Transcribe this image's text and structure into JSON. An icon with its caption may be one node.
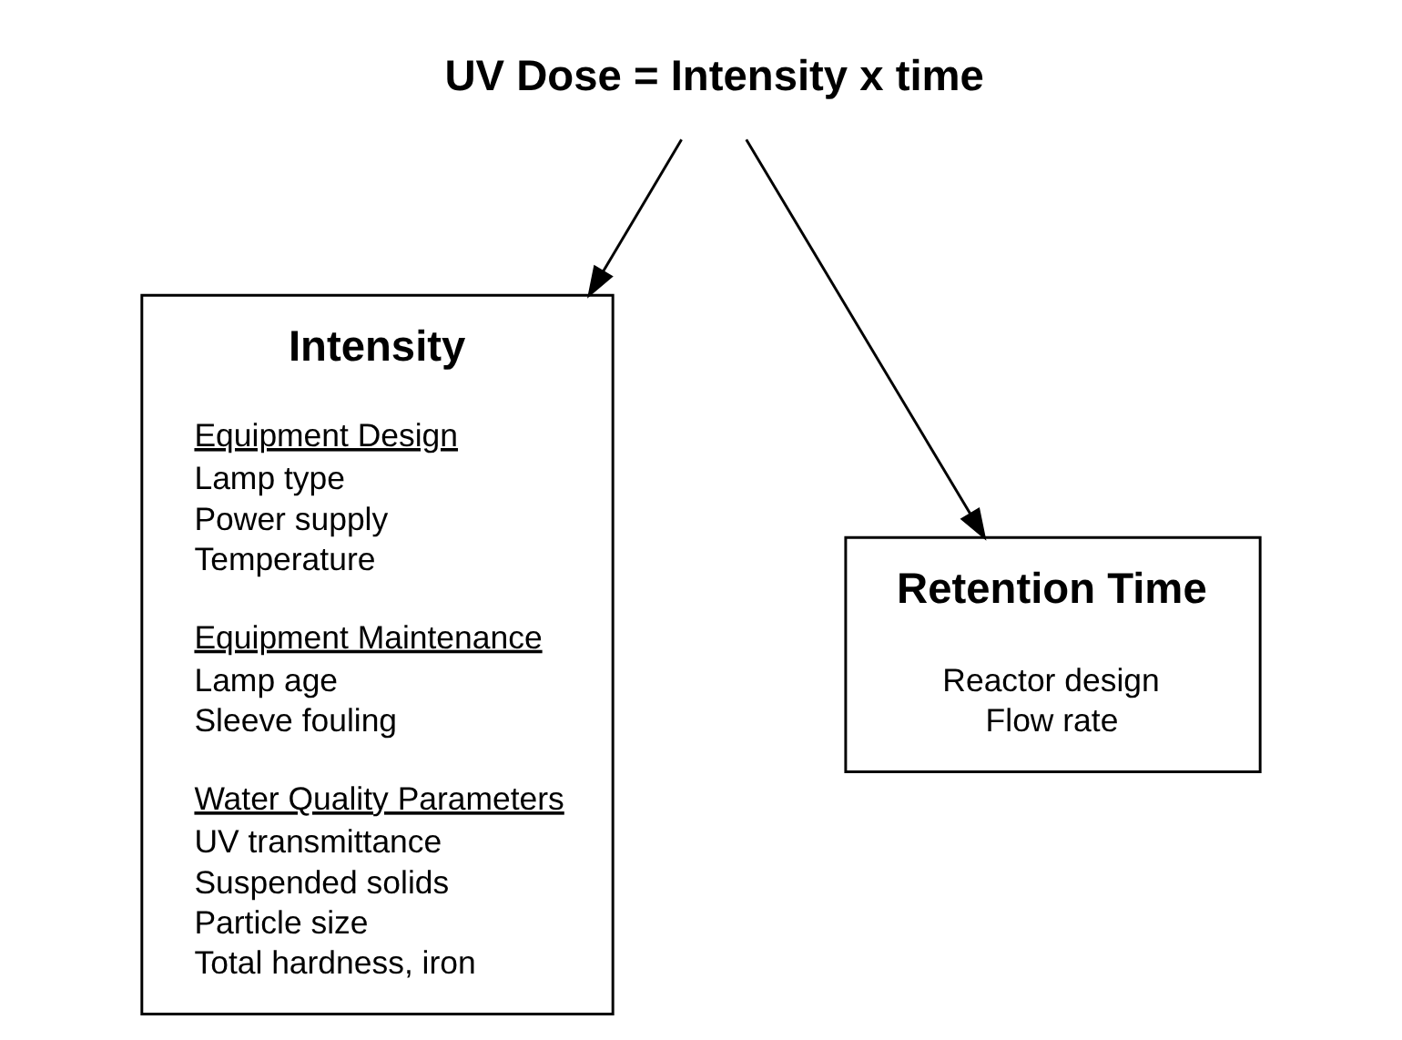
{
  "diagram": {
    "nodes": [
      {
        "text": [
          "UV Dose = Intensity x time"
        ]
      },
      {
        "text": [
          "Intensity",
          "Equipment Design",
          "Lamp type",
          "Power supply",
          "Temperature",
          "Equipment Maintenance",
          "Lamp age",
          "Sleeve fouling",
          "Water Quality Parameters",
          "UV transmittance",
          "Suspended solids",
          "Particle size",
          "Total hardness, iron"
        ]
      },
      {
        "text": [
          "Retention Time",
          "Reactor design",
          "Flow rate"
        ]
      }
    ],
    "edges": [
      {
        "from": 0,
        "to": 1,
        "arrow": "to"
      },
      {
        "from": 0,
        "to": 2,
        "arrow": "to"
      }
    ]
  }
}
